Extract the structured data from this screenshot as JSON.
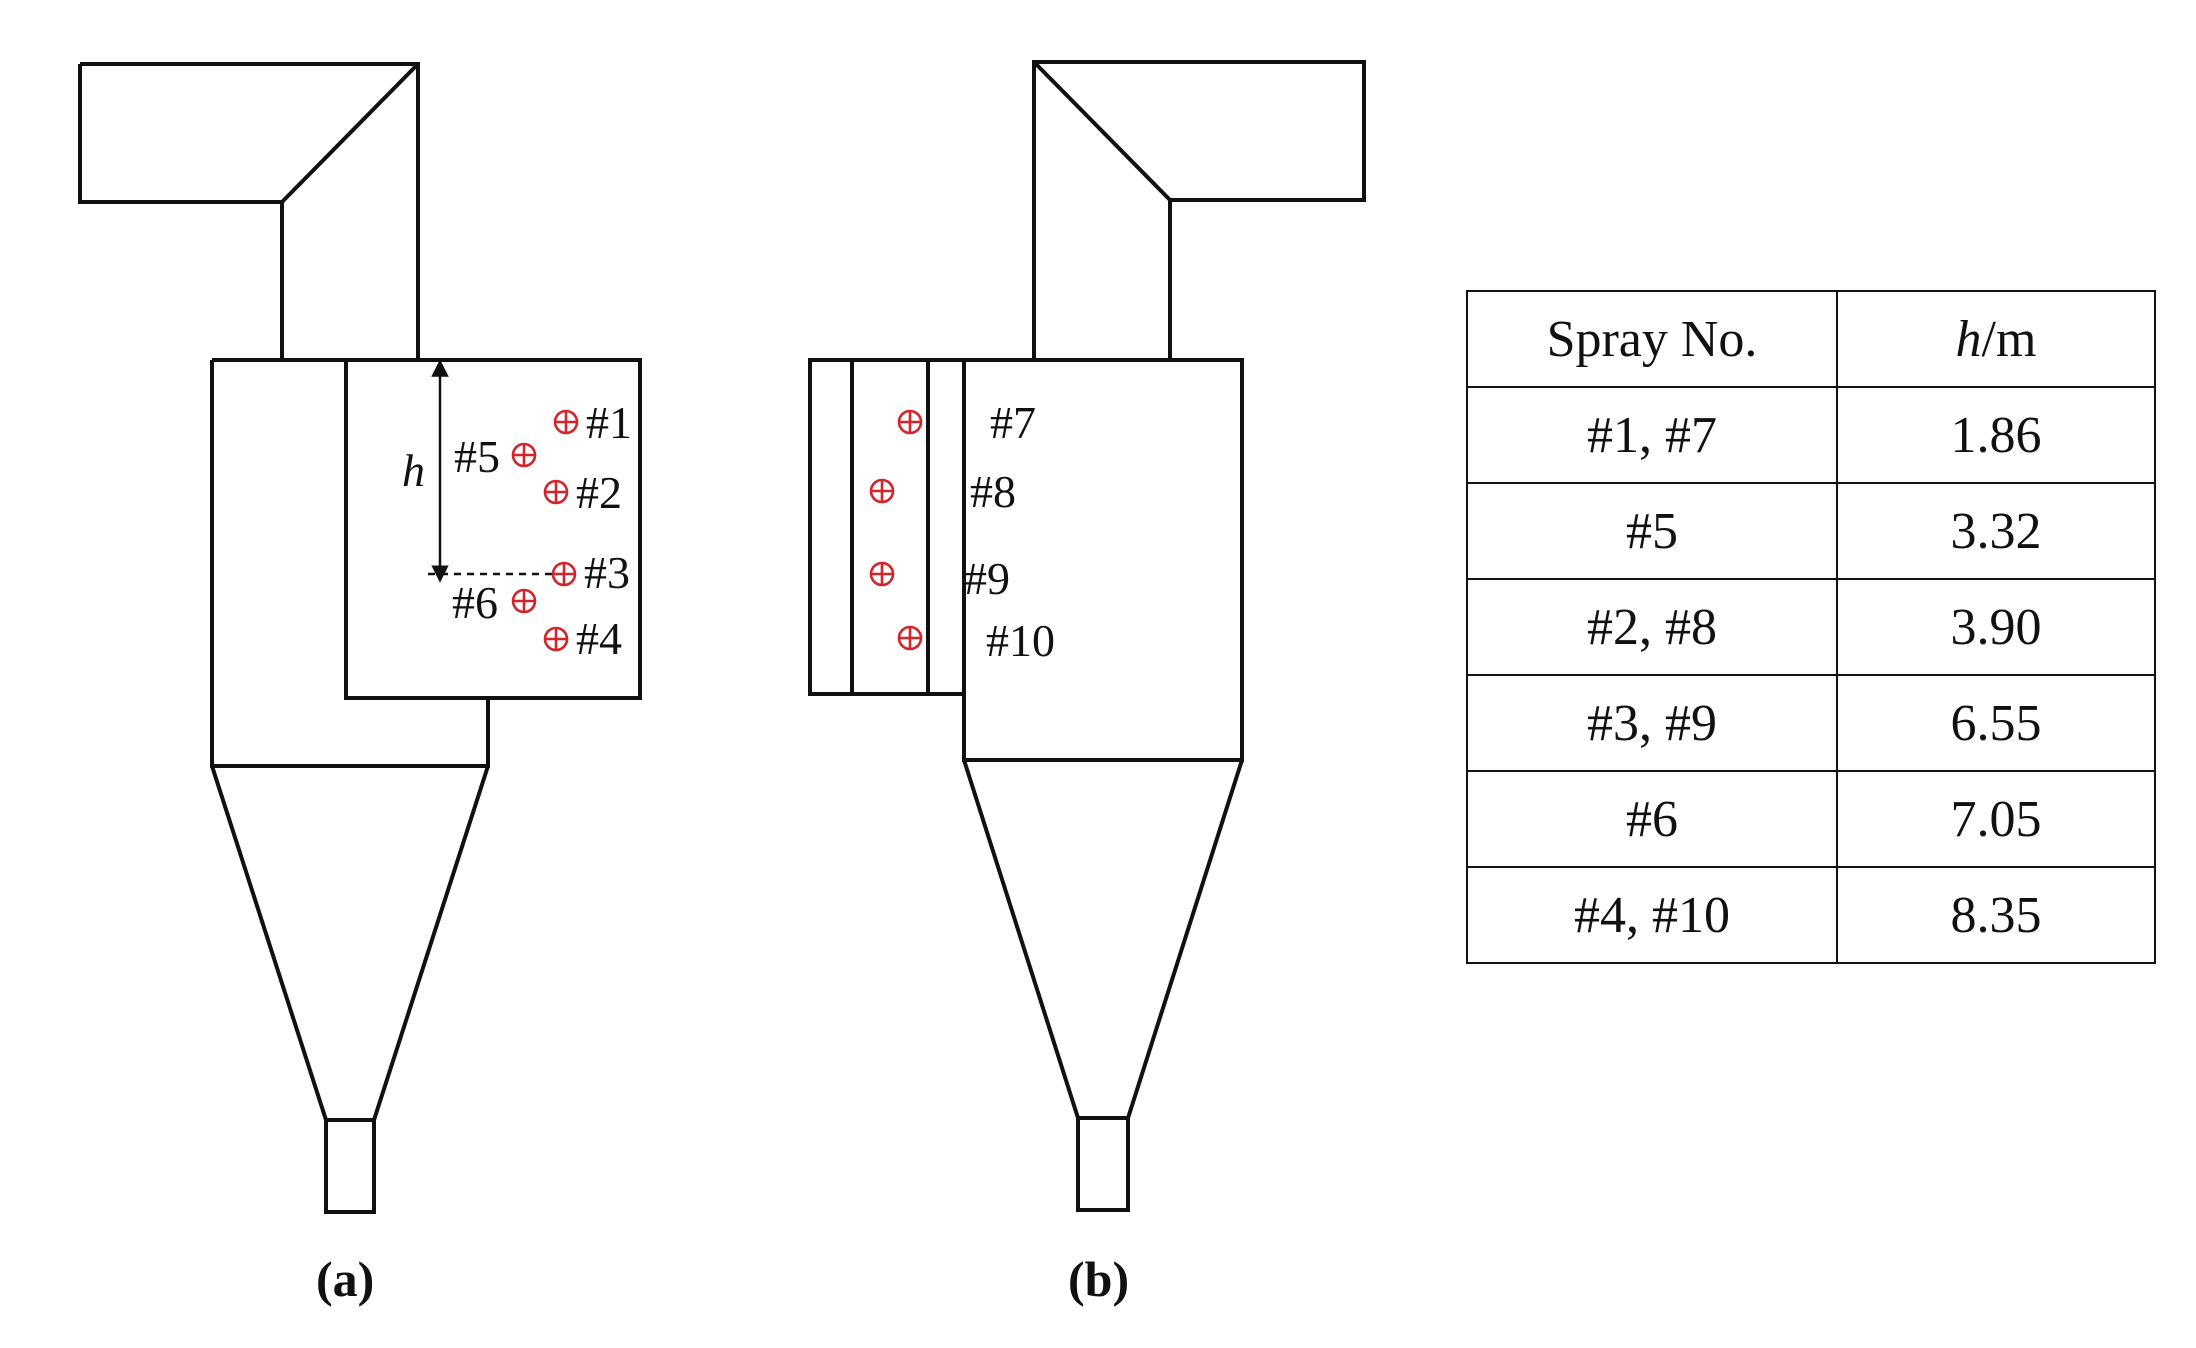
{
  "figure": {
    "panel_a": {
      "caption": "(a)",
      "height_symbol": "h",
      "nozzles": [
        {
          "label": "#1"
        },
        {
          "label": "#5"
        },
        {
          "label": "#2"
        },
        {
          "label": "#3"
        },
        {
          "label": "#6"
        },
        {
          "label": "#4"
        }
      ]
    },
    "panel_b": {
      "caption": "(b)",
      "nozzles": [
        {
          "label": "#7"
        },
        {
          "label": "#8"
        },
        {
          "label": "#9"
        },
        {
          "label": "#10"
        }
      ]
    },
    "nozzle_color": "#d4242b"
  },
  "table": {
    "header": {
      "spray_no": "Spray No.",
      "h_symbol": "h",
      "h_unit": "/m"
    },
    "rows": [
      {
        "spray": "#1, #7",
        "h": "1.86"
      },
      {
        "spray": "#5",
        "h": "3.32"
      },
      {
        "spray": "#2, #8",
        "h": "3.90"
      },
      {
        "spray": "#3, #9",
        "h": "6.55"
      },
      {
        "spray": "#6",
        "h": "7.05"
      },
      {
        "spray": "#4, #10",
        "h": "8.35"
      }
    ]
  }
}
